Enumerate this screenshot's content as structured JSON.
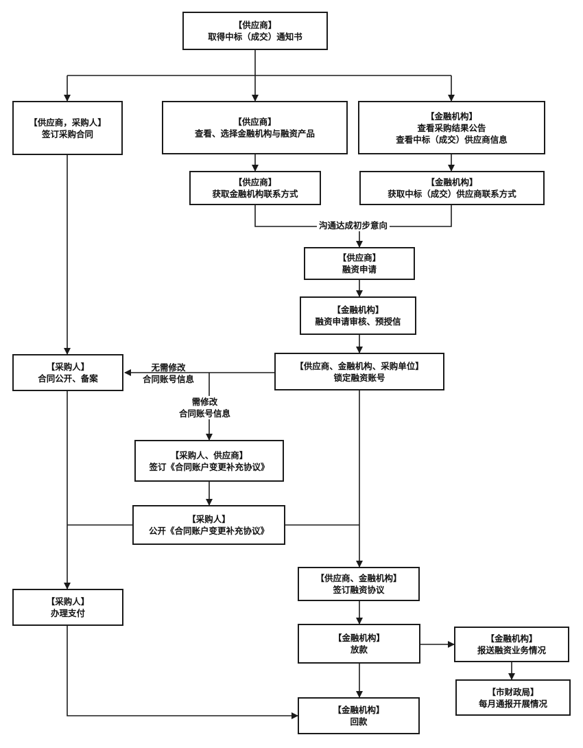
{
  "nodes": {
    "n1": {
      "l1": "【供应商】",
      "l2": "取得中标（成交）通知书"
    },
    "n2": {
      "l1": "【供应商，采购人】",
      "l2": "签订采购合同"
    },
    "n3": {
      "l1": "【供应商】",
      "l2": "查看、选择金融机构与融资产品"
    },
    "n4": {
      "l1": "【金融机构】",
      "l2": "查看采购结果公告",
      "l3": "查看中标（成交）供应商信息"
    },
    "n5": {
      "l1": "【供应商】",
      "l2": "获取金融机构联系方式"
    },
    "n6": {
      "l1": "【金融机构】",
      "l2": "获取中标（成交）供应商联系方式"
    },
    "n7": {
      "l1": "【供应商】",
      "l2": "融资申请"
    },
    "n8": {
      "l1": "【金融机构】",
      "l2": "融资申请审核、预授信"
    },
    "n9": {
      "l1": "【采购人】",
      "l2": "合同公开、备案"
    },
    "n10": {
      "l1": "【供应商、金融机构、采购单位】",
      "l2": "锁定融资账号"
    },
    "n11": {
      "l1": "【采购人、供应商】",
      "l2": "签订《合同账户变更补充协议》"
    },
    "n12": {
      "l1": "【采购人】",
      "l2": "公开《合同账户变更补充协议》"
    },
    "n13": {
      "l1": "【采购人】",
      "l2": "办理支付"
    },
    "n14": {
      "l1": "【供应商、金融机构】",
      "l2": "签订融资协议"
    },
    "n15": {
      "l1": "【金融机构】",
      "l2": "放款"
    },
    "n16": {
      "l1": "【金融机构】",
      "l2": "报送融资业务情况"
    },
    "n17": {
      "l1": "【市财政局】",
      "l2": "每月通报开展情况"
    },
    "n18": {
      "l1": "【金融机构】",
      "l2": "回款"
    }
  },
  "edge_labels": {
    "communicate": "沟通达成初步意向",
    "no_change_1": "无需修改",
    "no_change_2": "合同账号信息",
    "need_change_1": "需修改",
    "need_change_2": "合同账号信息"
  }
}
